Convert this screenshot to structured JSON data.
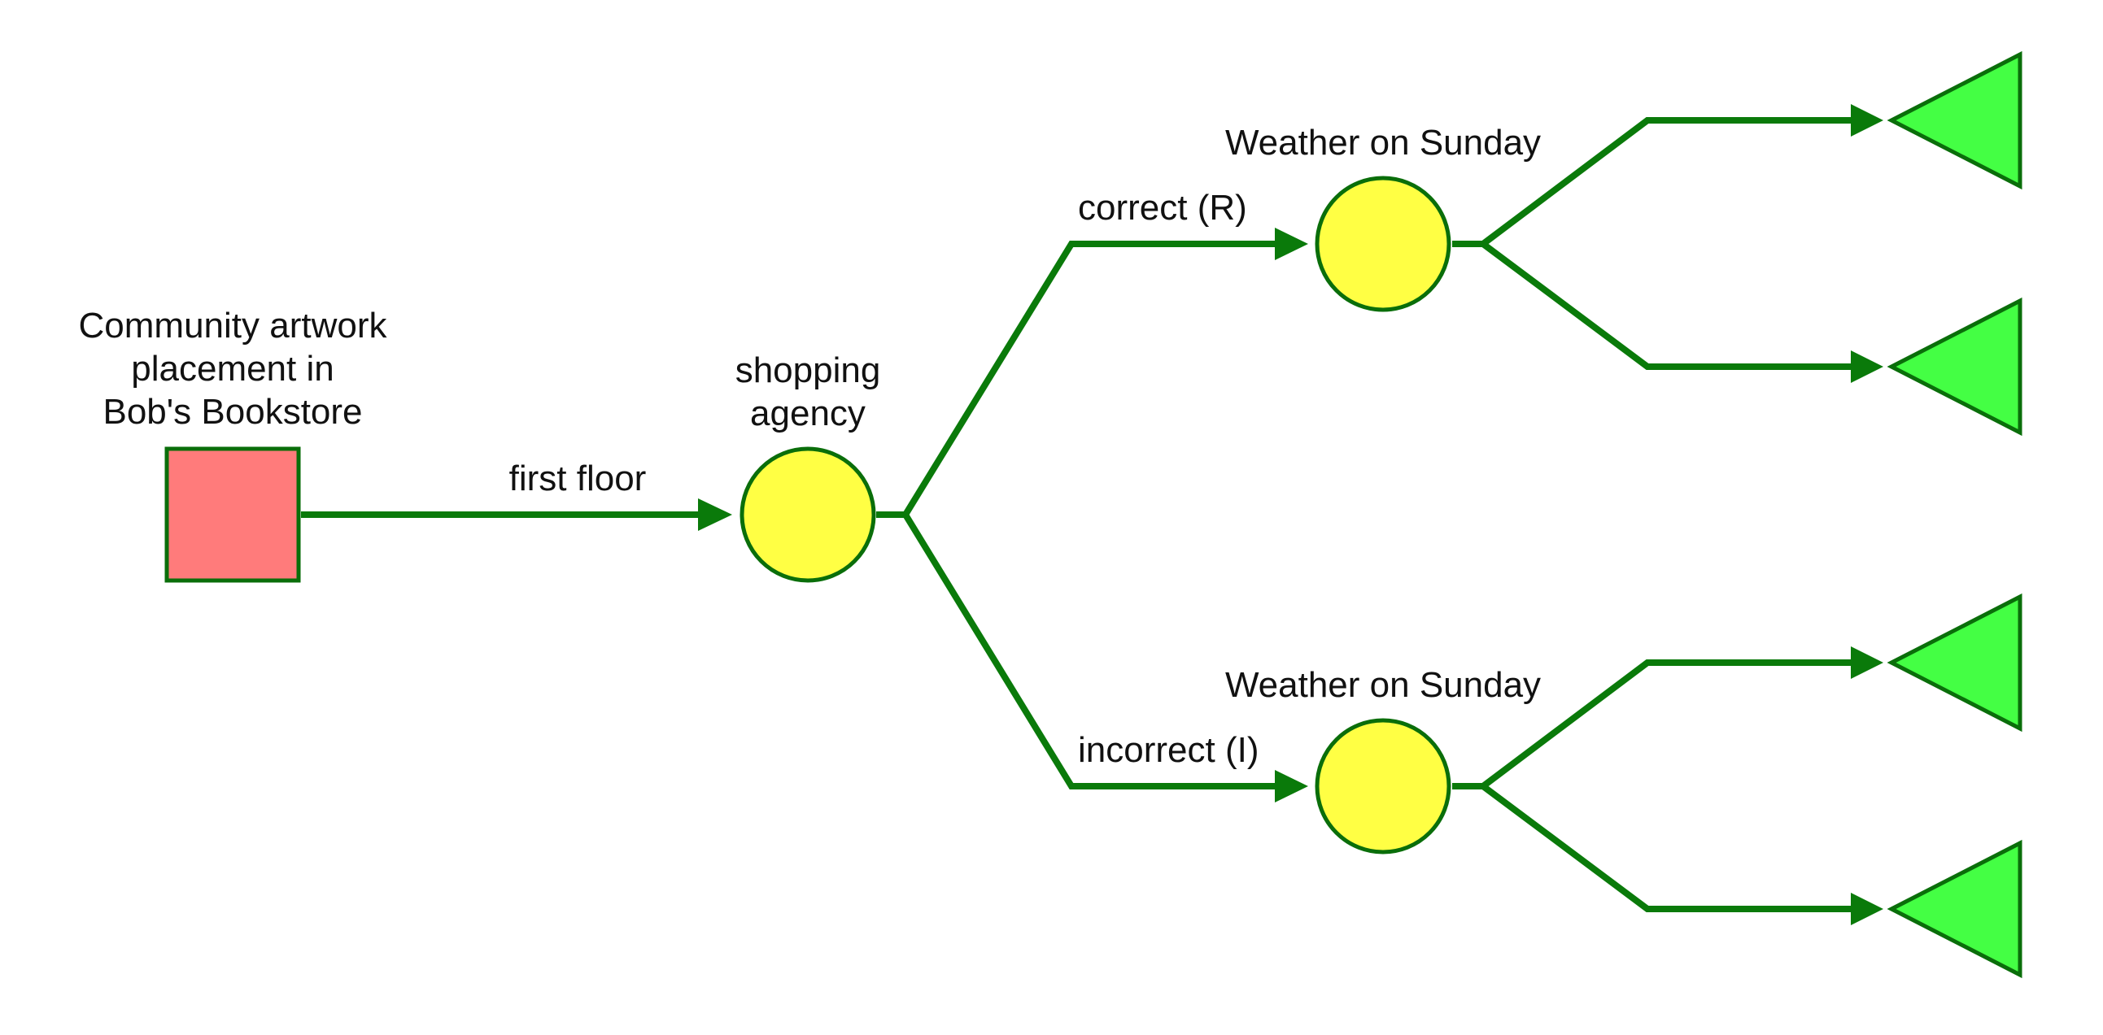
{
  "colors": {
    "edge": "#0a7a0a",
    "outline": "#0a6e0a",
    "decision_fill": "#ff7b7b",
    "chance_fill": "#ffff44",
    "terminal_fill": "#44ff44",
    "text": "#111111"
  },
  "diagram": {
    "type": "decision-tree",
    "root": {
      "shape": "square",
      "kind": "decision",
      "label_lines": [
        "Community artwork",
        "placement in",
        "Bob's Bookstore"
      ],
      "branch_label": "first floor"
    },
    "chance_main": {
      "shape": "circle",
      "kind": "chance",
      "label_lines": [
        "shopping",
        "agency"
      ]
    },
    "branches": [
      {
        "label": "correct (R)",
        "node": {
          "shape": "circle",
          "kind": "chance",
          "label": "Weather on Sunday"
        },
        "leaves": [
          {
            "shape": "triangle",
            "kind": "terminal"
          },
          {
            "shape": "triangle",
            "kind": "terminal"
          }
        ]
      },
      {
        "label": "incorrect (I)",
        "node": {
          "shape": "circle",
          "kind": "chance",
          "label": "Weather on Sunday"
        },
        "leaves": [
          {
            "shape": "triangle",
            "kind": "terminal"
          },
          {
            "shape": "triangle",
            "kind": "terminal"
          }
        ]
      }
    ]
  }
}
